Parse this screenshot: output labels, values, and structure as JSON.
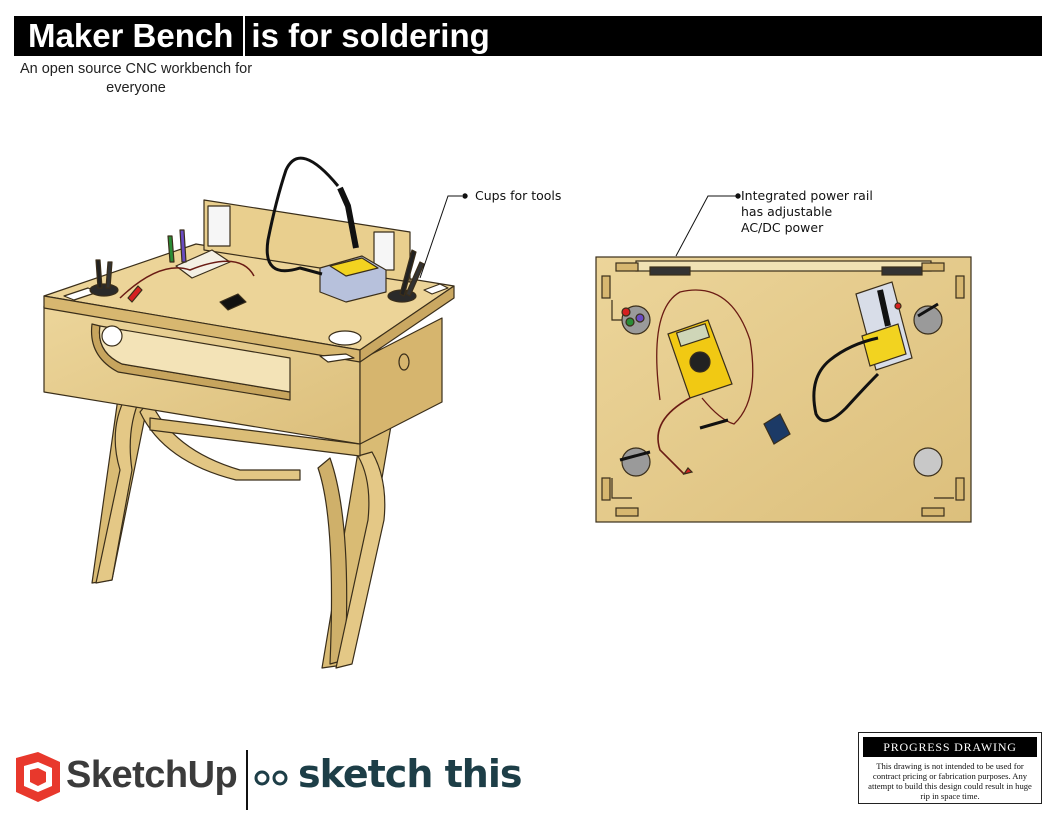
{
  "header": {
    "title_left": "Maker Bench",
    "title_right": "is for soldering",
    "subtitle": "An open source CNC workbench for everyone"
  },
  "callouts": {
    "cups": "Cups for tools",
    "power_rail": "Integrated power rail\nhas adjustable\nAC/DC power"
  },
  "logos": {
    "sketchup": "SketchUp",
    "sketchthis": "sketch this"
  },
  "stamp": {
    "title": "PROGRESS DRAWING",
    "body": "This drawing is not intended to be used for contract pricing or fabrication purposes. Any attempt to build this design could result in huge rip in space time."
  },
  "colors": {
    "plywood": "#e8cf8f",
    "plywood_dark": "#c9ab62",
    "edge": "#3a2e1a",
    "title_bg": "#000000",
    "sketchup_red": "#e8382c",
    "sketchthis_teal": "#1d3e47"
  }
}
